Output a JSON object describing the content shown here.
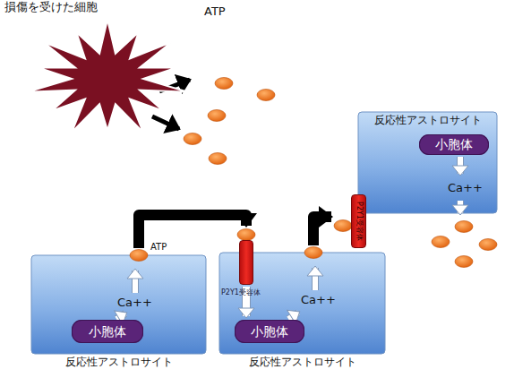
{
  "diagram": {
    "nodes": [
      {
        "text": [
          "損傷を受けた細胞"
        ]
      },
      {
        "text": [
          "反応性アストロサイト"
        ]
      },
      {
        "text": [
          "小胞体"
        ],
        "in": 1
      },
      {
        "text": [
          "反応性アストロサイト"
        ]
      },
      {
        "text": [
          "小胞体"
        ],
        "in": 3
      },
      {
        "text": [
          "反応性アストロサイト"
        ]
      },
      {
        "text": [
          "小胞体"
        ],
        "in": 5
      },
      {
        "text": [
          "P2Y1受容体"
        ],
        "in": 5
      },
      {
        "text": [
          "P2Y1受容体"
        ],
        "in": 1
      }
    ],
    "edges": [
      {
        "from": 3,
        "to": 7,
        "arrow": "to"
      },
      {
        "from": 5,
        "to": 8,
        "arrow": "to"
      },
      {
        "from": 7,
        "to": 6,
        "arrow": "to"
      }
    ],
    "labels": [
      "ATP",
      "Ca++",
      "ATP",
      "Ca++",
      "Ca++"
    ]
  }
}
